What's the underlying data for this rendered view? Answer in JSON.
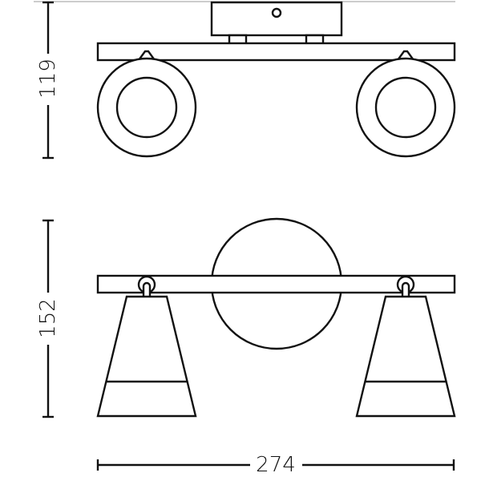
{
  "diagram": {
    "title": "",
    "views": [
      {
        "name": "top-view",
        "dimension": {
          "orientation": "vertical",
          "label": "119"
        }
      },
      {
        "name": "front-view",
        "dimension": {
          "orientation": "vertical",
          "label": "152"
        }
      }
    ],
    "width_dimension": {
      "orientation": "horizontal",
      "label": "274"
    },
    "colors": {
      "line": "#111111",
      "background": "#ffffff",
      "frame_line": "#bbbbbb"
    }
  }
}
